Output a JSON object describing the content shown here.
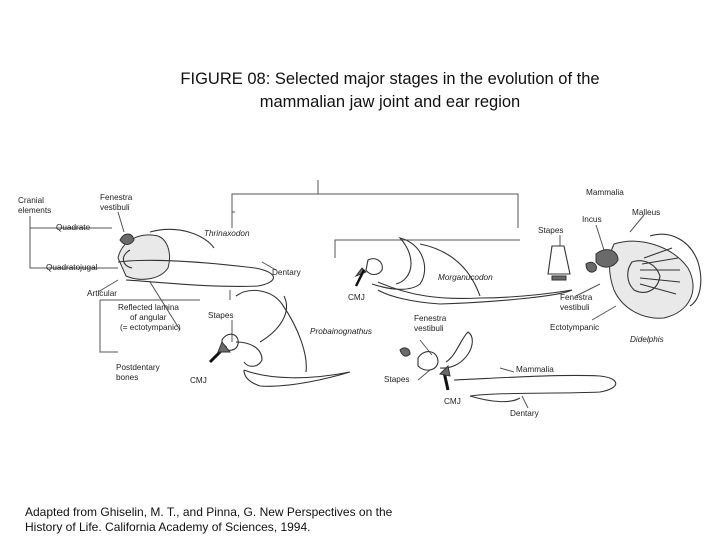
{
  "title": {
    "line1": "FIGURE 08: Selected major stages in the evolution of the",
    "line2": "mammalian jaw joint and ear region"
  },
  "credit": {
    "line1": "Adapted from Ghiselin, M. T., and Pinna, G. New Perspectives on the",
    "line2": "History of Life. California Academy of Sciences, 1994."
  },
  "labels": {
    "cranial1": "Cranial",
    "cranial2": "elements",
    "fenestra1": "Fenestra",
    "fenestra2": "vestibuli",
    "quadrate": "Quadrate",
    "quadratojugal": "Quadratojugal",
    "articular": "Articular",
    "reflected1": "Reflected lamina",
    "reflected2": "of angular",
    "reflected3": "(= ectotympanic)",
    "postdentary1": "Postdentary",
    "postdentary2": "bones",
    "thrinaxodon": "Thrinaxodon",
    "dentary_a": "Dentary",
    "morganucodon": "Morganucodon",
    "cmj_a": "CMJ",
    "stapes_a": "Stapes",
    "probainognathus": "Probainognathus",
    "cmj_b": "CMJ",
    "fenestra_b1": "Fenestra",
    "fenestra_b2": "vestibuli",
    "stapes_b": "Stapes",
    "cmj_c": "CMJ",
    "mammalia_b": "Mammalia",
    "dentary_b": "Dentary",
    "mammalia_top": "Mammalia",
    "malleus": "Malleus",
    "incus": "Incus",
    "stapes_c": "Stapes",
    "fenestra_c1": "Fenestra",
    "fenestra_c2": "vestibuli",
    "ectotympanic": "Ectotympanic",
    "didelphis": "Didelphis"
  }
}
